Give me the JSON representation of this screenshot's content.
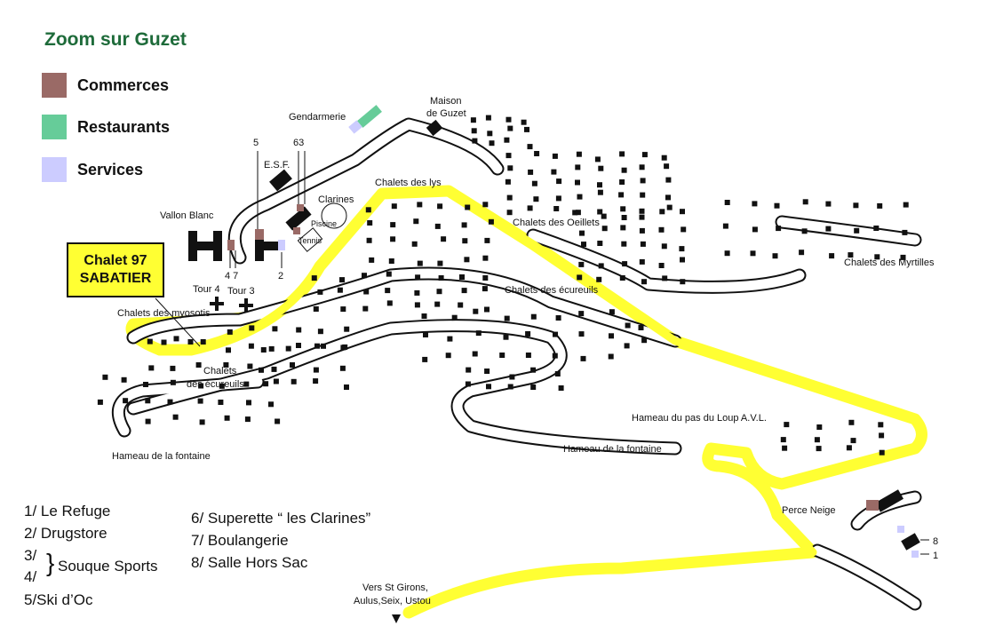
{
  "title": "Zoom sur Guzet",
  "legend": [
    {
      "label": "Commerces",
      "color": "#9a6a66"
    },
    {
      "label": "Restaurants",
      "color": "#66cc99"
    },
    {
      "label": "Services",
      "color": "#ccccff"
    }
  ],
  "chalet": {
    "line1": "Chalet 97",
    "line2": "SABATIER"
  },
  "labels": {
    "gendarmerie": "Gendarmerie",
    "maison1": "Maison",
    "maison2": "de Guzet",
    "num5": "5",
    "num63": "63",
    "esf": "E.S.F.",
    "clarines": "Clarines",
    "chalets_lys": "Chalets des lys",
    "vallon_blanc": "Vallon Blanc",
    "piscine": "Piscine",
    "tennis": "Tennis",
    "chalets_oeillets": "Chalets des Oeillets",
    "chalets_myrtilles": "Chalets des Myrtilles",
    "num47": "4 7",
    "num2": "2",
    "tour4": "Tour 4",
    "tour3": "Tour 3",
    "chalets_ecureuils_1": "Chalets des écureuils",
    "chalets_myosotis": "Chalets des myosotis",
    "chalets_ecureuils_2a": "Chalets",
    "chalets_ecureuils_2b": "des écureuils",
    "hameau_pas_loup": "Hameau du pas du Loup A.V.L.",
    "hameau_fontaine_1": "Hameau de la fontaine",
    "hameau_fontaine_2": "Hameau de la fontaine",
    "perce_neige": "Perce Neige",
    "num8": "8",
    "num1": "1",
    "vers1": "Vers St Girons,",
    "vers2": "Aulus,Seix, Ustou"
  },
  "key_list": {
    "k1": "1/ Le Refuge",
    "k2": "2/ Drugstore",
    "k3": "3/",
    "k4": "4/",
    "brace": "}",
    "souque": "Souque Sports",
    "k5": "5/Ski d’Oc",
    "k6": "6/ Superette “ les Clarines”",
    "k7": "7/ Boulangerie",
    "k8": "8/ Salle Hors Sac"
  },
  "colors": {
    "road": "#111111",
    "highlight": "#ffff33",
    "building": "#111111"
  }
}
